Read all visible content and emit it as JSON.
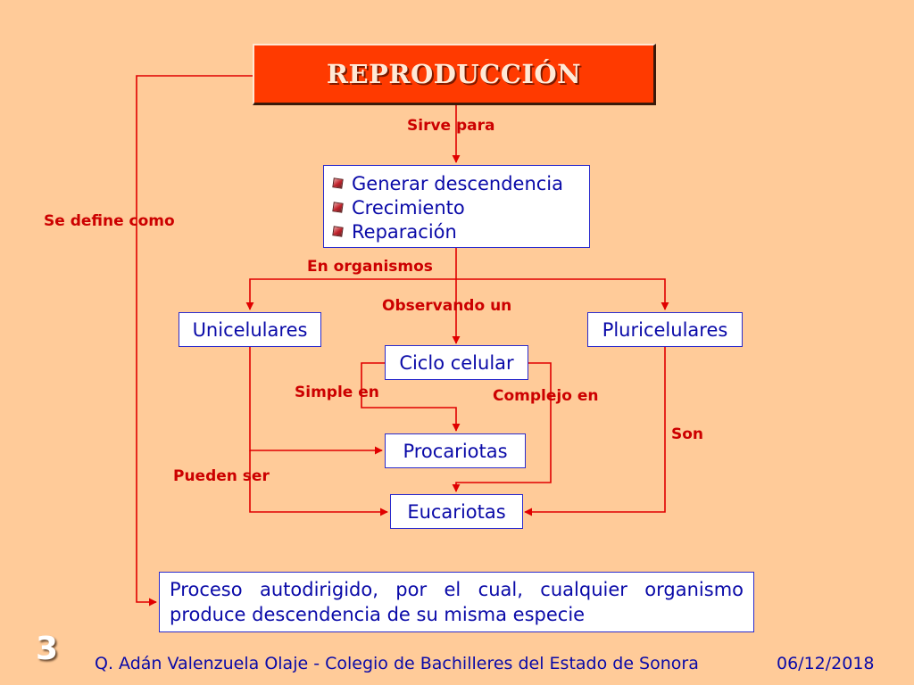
{
  "title": "REPRODUCCIÓN",
  "purpose_items": [
    "Generar descendencia",
    "Crecimiento",
    "Reparación"
  ],
  "nodes": {
    "unicelulares": "Unicelulares",
    "pluricelulares": "Pluricelulares",
    "ciclo_celular": "Ciclo celular",
    "procariotas": "Procariotas",
    "eucariotas": "Eucariotas"
  },
  "definition": "Proceso autodirigido, por el cual, cualquier organismo produce descendencia de su misma especie",
  "links": {
    "sirve_para": "Sirve para",
    "se_define_como": "Se define como",
    "en_organismos": "En organismos",
    "observando_un": "Observando un",
    "simple_en": "Simple en",
    "complejo_en": "Complejo en",
    "son": "Son",
    "pueden_ser": "Pueden ser"
  },
  "footer": {
    "slide_number": "3",
    "author": "Q. Adán Valenzuela Olaje - Colegio de Bachilleres del Estado de Sonora",
    "date": "06/12/2018"
  },
  "colors": {
    "background": "#FFCB99",
    "title_fill": "#FF3A00",
    "connector": "#E00000",
    "node_text": "#0A0AA8",
    "label_text": "#CC0000"
  }
}
